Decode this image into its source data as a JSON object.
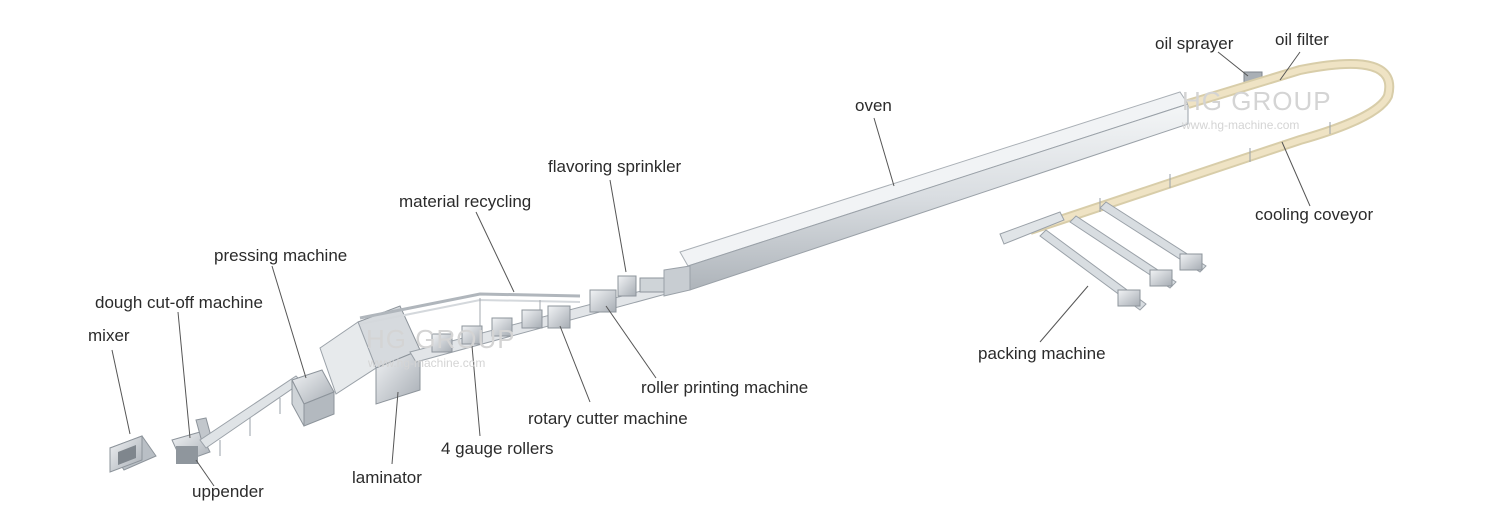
{
  "labels": {
    "mixer": "mixer",
    "dough_cutoff": "dough cut-off machine",
    "uppender": "uppender",
    "pressing": "pressing machine",
    "laminator": "laminator",
    "material_recycling": "material recycling",
    "gauge_rollers": "4 gauge rollers",
    "rotary_cutter": "rotary cutter machine",
    "flavoring": "flavoring sprinkler",
    "roller_printing": "roller printing machine",
    "oven": "oven",
    "oil_sprayer": "oil sprayer",
    "oil_filter": "oil filter",
    "cooling": "cooling coveyor",
    "packing": "packing machine"
  },
  "watermark": {
    "brand": "HG GROUP",
    "site": "www.hg-machine.com"
  },
  "colors": {
    "metal_light": "#e8ebee",
    "metal_mid": "#c9ced3",
    "metal_dark": "#9aa1a8",
    "belt": "#efe3c4",
    "leader": "#555555"
  }
}
